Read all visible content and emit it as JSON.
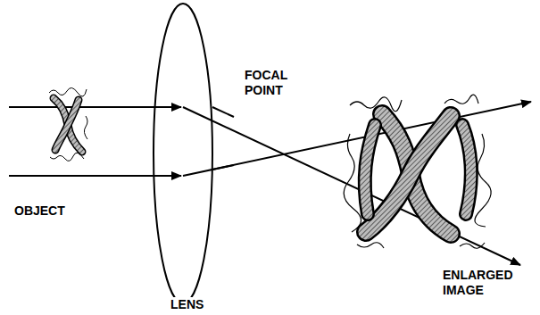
{
  "diagram": {
    "labels": [
      "FOCAL POINT",
      "OBJECT",
      "LENS",
      "ENLARGED IMAGE"
    ]
  }
}
